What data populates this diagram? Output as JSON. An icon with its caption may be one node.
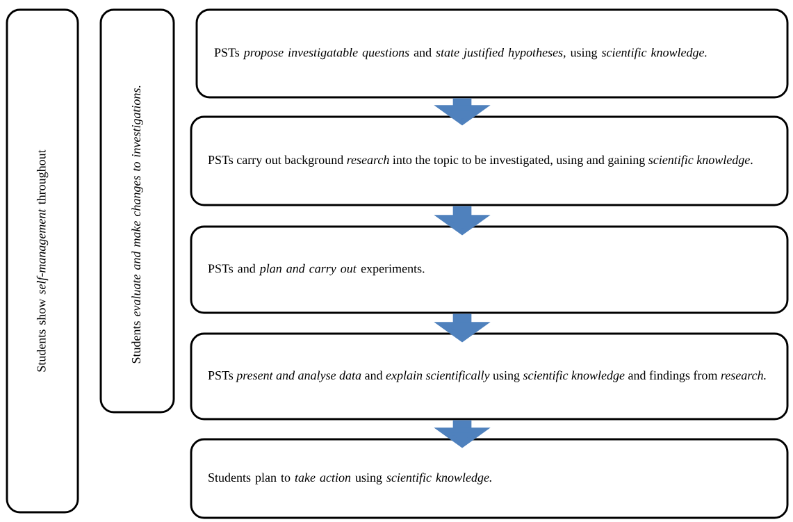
{
  "diagram": {
    "nodes": [
      {
        "text": [
          "Students show *self-management* throughout"
        ]
      },
      {
        "text": [
          "Students *evaluate and make changes to investigations.*"
        ]
      },
      {
        "text": [
          "PSTs *propose investigatable questions* and *state justified hypotheses,* using *scientific knowledge.*"
        ]
      },
      {
        "text": [
          "PSTs carry out background *research* into the topic to be investigated, using and gaining *scientific knowledge*."
        ]
      },
      {
        "text": [
          "PSTs and *plan and carry out* experiments."
        ]
      },
      {
        "text": [
          "PSTs *present and analyse data* and *explain scientifically* using *scientific knowledge* and findings from *research.*"
        ]
      },
      {
        "text": [
          "Students plan to *take action* using *scientific knowledge.*"
        ]
      }
    ],
    "edges": [
      {
        "from": 2,
        "to": 3,
        "arrow": "to"
      },
      {
        "from": 3,
        "to": 4,
        "arrow": "to"
      },
      {
        "from": 4,
        "to": 5,
        "arrow": "to"
      },
      {
        "from": 5,
        "to": 6,
        "arrow": "to"
      }
    ]
  }
}
